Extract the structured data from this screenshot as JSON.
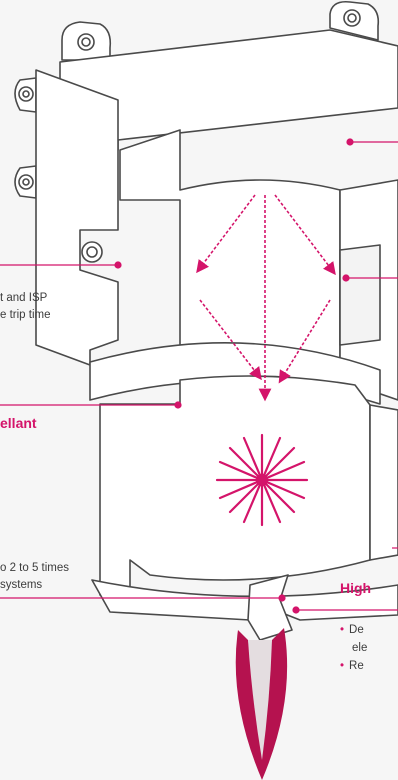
{
  "colors": {
    "accent": "#d4146a",
    "outline": "#4a4a4a",
    "fill": "#ffffff",
    "bg": "#f6f6f6"
  },
  "left_text": {
    "line1": "t and ISP",
    "line2": "e trip time",
    "heading_propellant": "ellant",
    "line3": "o 2 to 5 times",
    "line4": "systems"
  },
  "right_text": {
    "heading_high": "High",
    "bullet1_line1": "De",
    "bullet1_line2": "ele",
    "bullet2": "Re"
  },
  "icons": [
    "microwave-wave-arrow",
    "laser-burst",
    "rocket-exhaust-plume"
  ]
}
